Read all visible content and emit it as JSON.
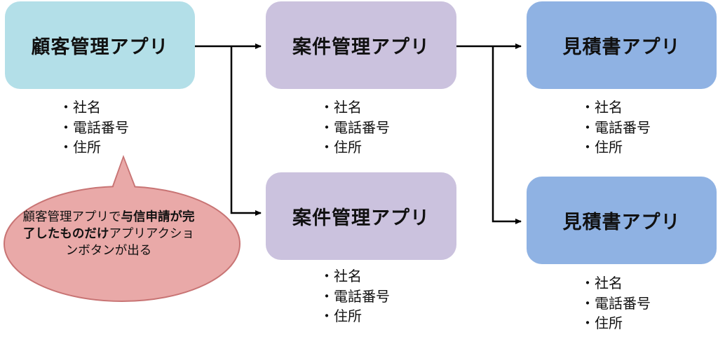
{
  "colors": {
    "customer_box": "#b3dfe8",
    "project_box": "#cbc2de",
    "estimate_box": "#8fb2e3",
    "callout_fill": "#e9a9a8",
    "callout_border": "#c87474",
    "connector": "#000000"
  },
  "boxes": {
    "customer": "顧客管理アプリ",
    "project_top": "案件管理アプリ",
    "project_bottom": "案件管理アプリ",
    "estimate_top": "見積書アプリ",
    "estimate_bottom": "見積書アプリ"
  },
  "fields": {
    "customer": [
      "社名",
      "電話番号",
      "住所"
    ],
    "project_top": [
      "社名",
      "電話番号",
      "住所"
    ],
    "project_bottom": [
      "社名",
      "電話番号",
      "住所"
    ],
    "estimate_top": [
      "社名",
      "電話番号",
      "住所"
    ],
    "estimate_bottom": [
      "社名",
      "電話番号",
      "住所"
    ]
  },
  "callout": {
    "part1": "顧客管理アプリで",
    "part2_bold": "与信申請が完了したものだけ",
    "part3": "アプリアクションボタンが出る"
  }
}
